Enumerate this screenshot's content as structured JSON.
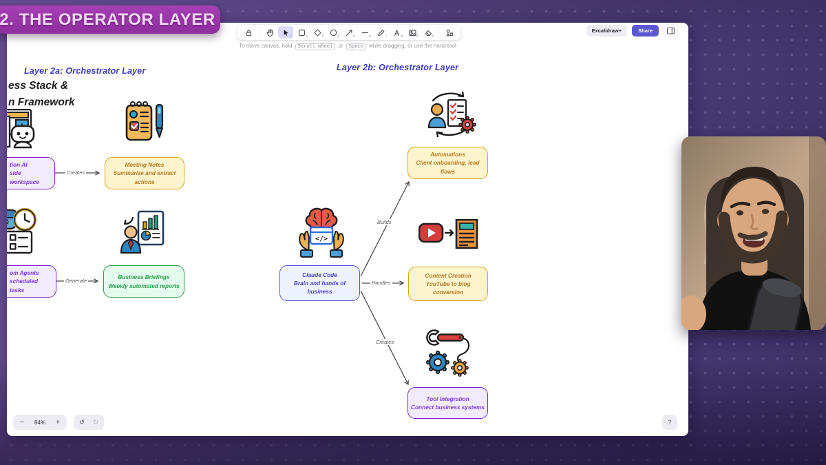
{
  "banner": {
    "title": "2. THE OPERATOR LAYER"
  },
  "toolbar": {
    "tools": [
      {
        "name": "lock",
        "icon": "lock-icon",
        "shortcut": ""
      },
      {
        "name": "hand",
        "icon": "hand-icon",
        "shortcut": ""
      },
      {
        "name": "selection",
        "icon": "cursor-icon",
        "shortcut": "1",
        "active": true
      },
      {
        "name": "rectangle",
        "icon": "square-icon",
        "shortcut": "2"
      },
      {
        "name": "diamond",
        "icon": "diamond-icon",
        "shortcut": "3"
      },
      {
        "name": "ellipse",
        "icon": "circle-icon",
        "shortcut": "4"
      },
      {
        "name": "arrow",
        "icon": "arrow-icon",
        "shortcut": "5"
      },
      {
        "name": "line",
        "icon": "line-icon",
        "shortcut": "6"
      },
      {
        "name": "draw",
        "icon": "pencil-icon",
        "shortcut": "7"
      },
      {
        "name": "text",
        "icon": "text-icon",
        "shortcut": "8"
      },
      {
        "name": "image",
        "icon": "image-icon",
        "shortcut": "9"
      },
      {
        "name": "eraser",
        "icon": "eraser-icon",
        "shortcut": "0"
      },
      {
        "name": "more-tools",
        "icon": "shapes-icon",
        "shortcut": ""
      }
    ],
    "hint": {
      "pre": "To move canvas, hold",
      "kbd1": "Scroll wheel",
      "mid": "or",
      "kbd2": "Space",
      "post": "while dragging, or use the hand tool"
    }
  },
  "topbar": {
    "excalidraw_plus": "Excalidraw+",
    "share": "Share"
  },
  "footer": {
    "zoom_out": "−",
    "zoom_level": "84%",
    "zoom_in": "+",
    "undo": "↺",
    "redo": "↻",
    "help": "?"
  },
  "canvas": {
    "layer2a": {
      "heading": "Layer 2a: Orchestrator Layer",
      "note_line1": "ess Stack &",
      "note_line2": "n Framework",
      "nodes": [
        {
          "id": "notion-ai",
          "color": "purple",
          "lines": [
            "tion AI",
            "side workspace"
          ]
        },
        {
          "id": "meeting-notes",
          "color": "yellow",
          "lines": [
            "Meeting Notes",
            "Summarize and extract",
            "actions"
          ]
        },
        {
          "id": "custom-agents",
          "color": "purple",
          "lines": [
            "om Agents",
            "scheduled tasks"
          ]
        },
        {
          "id": "business-briefings",
          "color": "green",
          "lines": [
            "Business Briefings",
            "Weekly automated reports"
          ]
        }
      ],
      "edges": [
        {
          "label": "Creates"
        },
        {
          "label": "Generate"
        }
      ]
    },
    "layer2b": {
      "heading": "Layer 2b: Orchestrator Layer",
      "nodes": [
        {
          "id": "claude-code",
          "color": "blue",
          "lines": [
            "Claude Code",
            "Brain and hands of business"
          ]
        },
        {
          "id": "automations",
          "color": "yellow",
          "lines": [
            "Automations",
            "Client onboarding, lead flows"
          ]
        },
        {
          "id": "content-creation",
          "color": "yellow",
          "lines": [
            "Content Creation",
            "YouTube to blog conversion"
          ]
        },
        {
          "id": "tool-integration",
          "color": "purple",
          "lines": [
            "Tool Integration",
            "Connect business systems"
          ]
        }
      ],
      "edges": [
        {
          "label": "Builds"
        },
        {
          "label": "Handles"
        },
        {
          "label": "Creates"
        }
      ]
    }
  },
  "colors": {
    "banner": "#9a35aa",
    "share_button": "#5b57d1",
    "canvas_heading": "#3a3ac2",
    "edge": "#4a4a4a",
    "node_yellow_border": "#d9a520",
    "node_green_border": "#2f9e44",
    "node_purple_border": "#7e22ce",
    "node_blue_border": "#4f5bd5"
  }
}
